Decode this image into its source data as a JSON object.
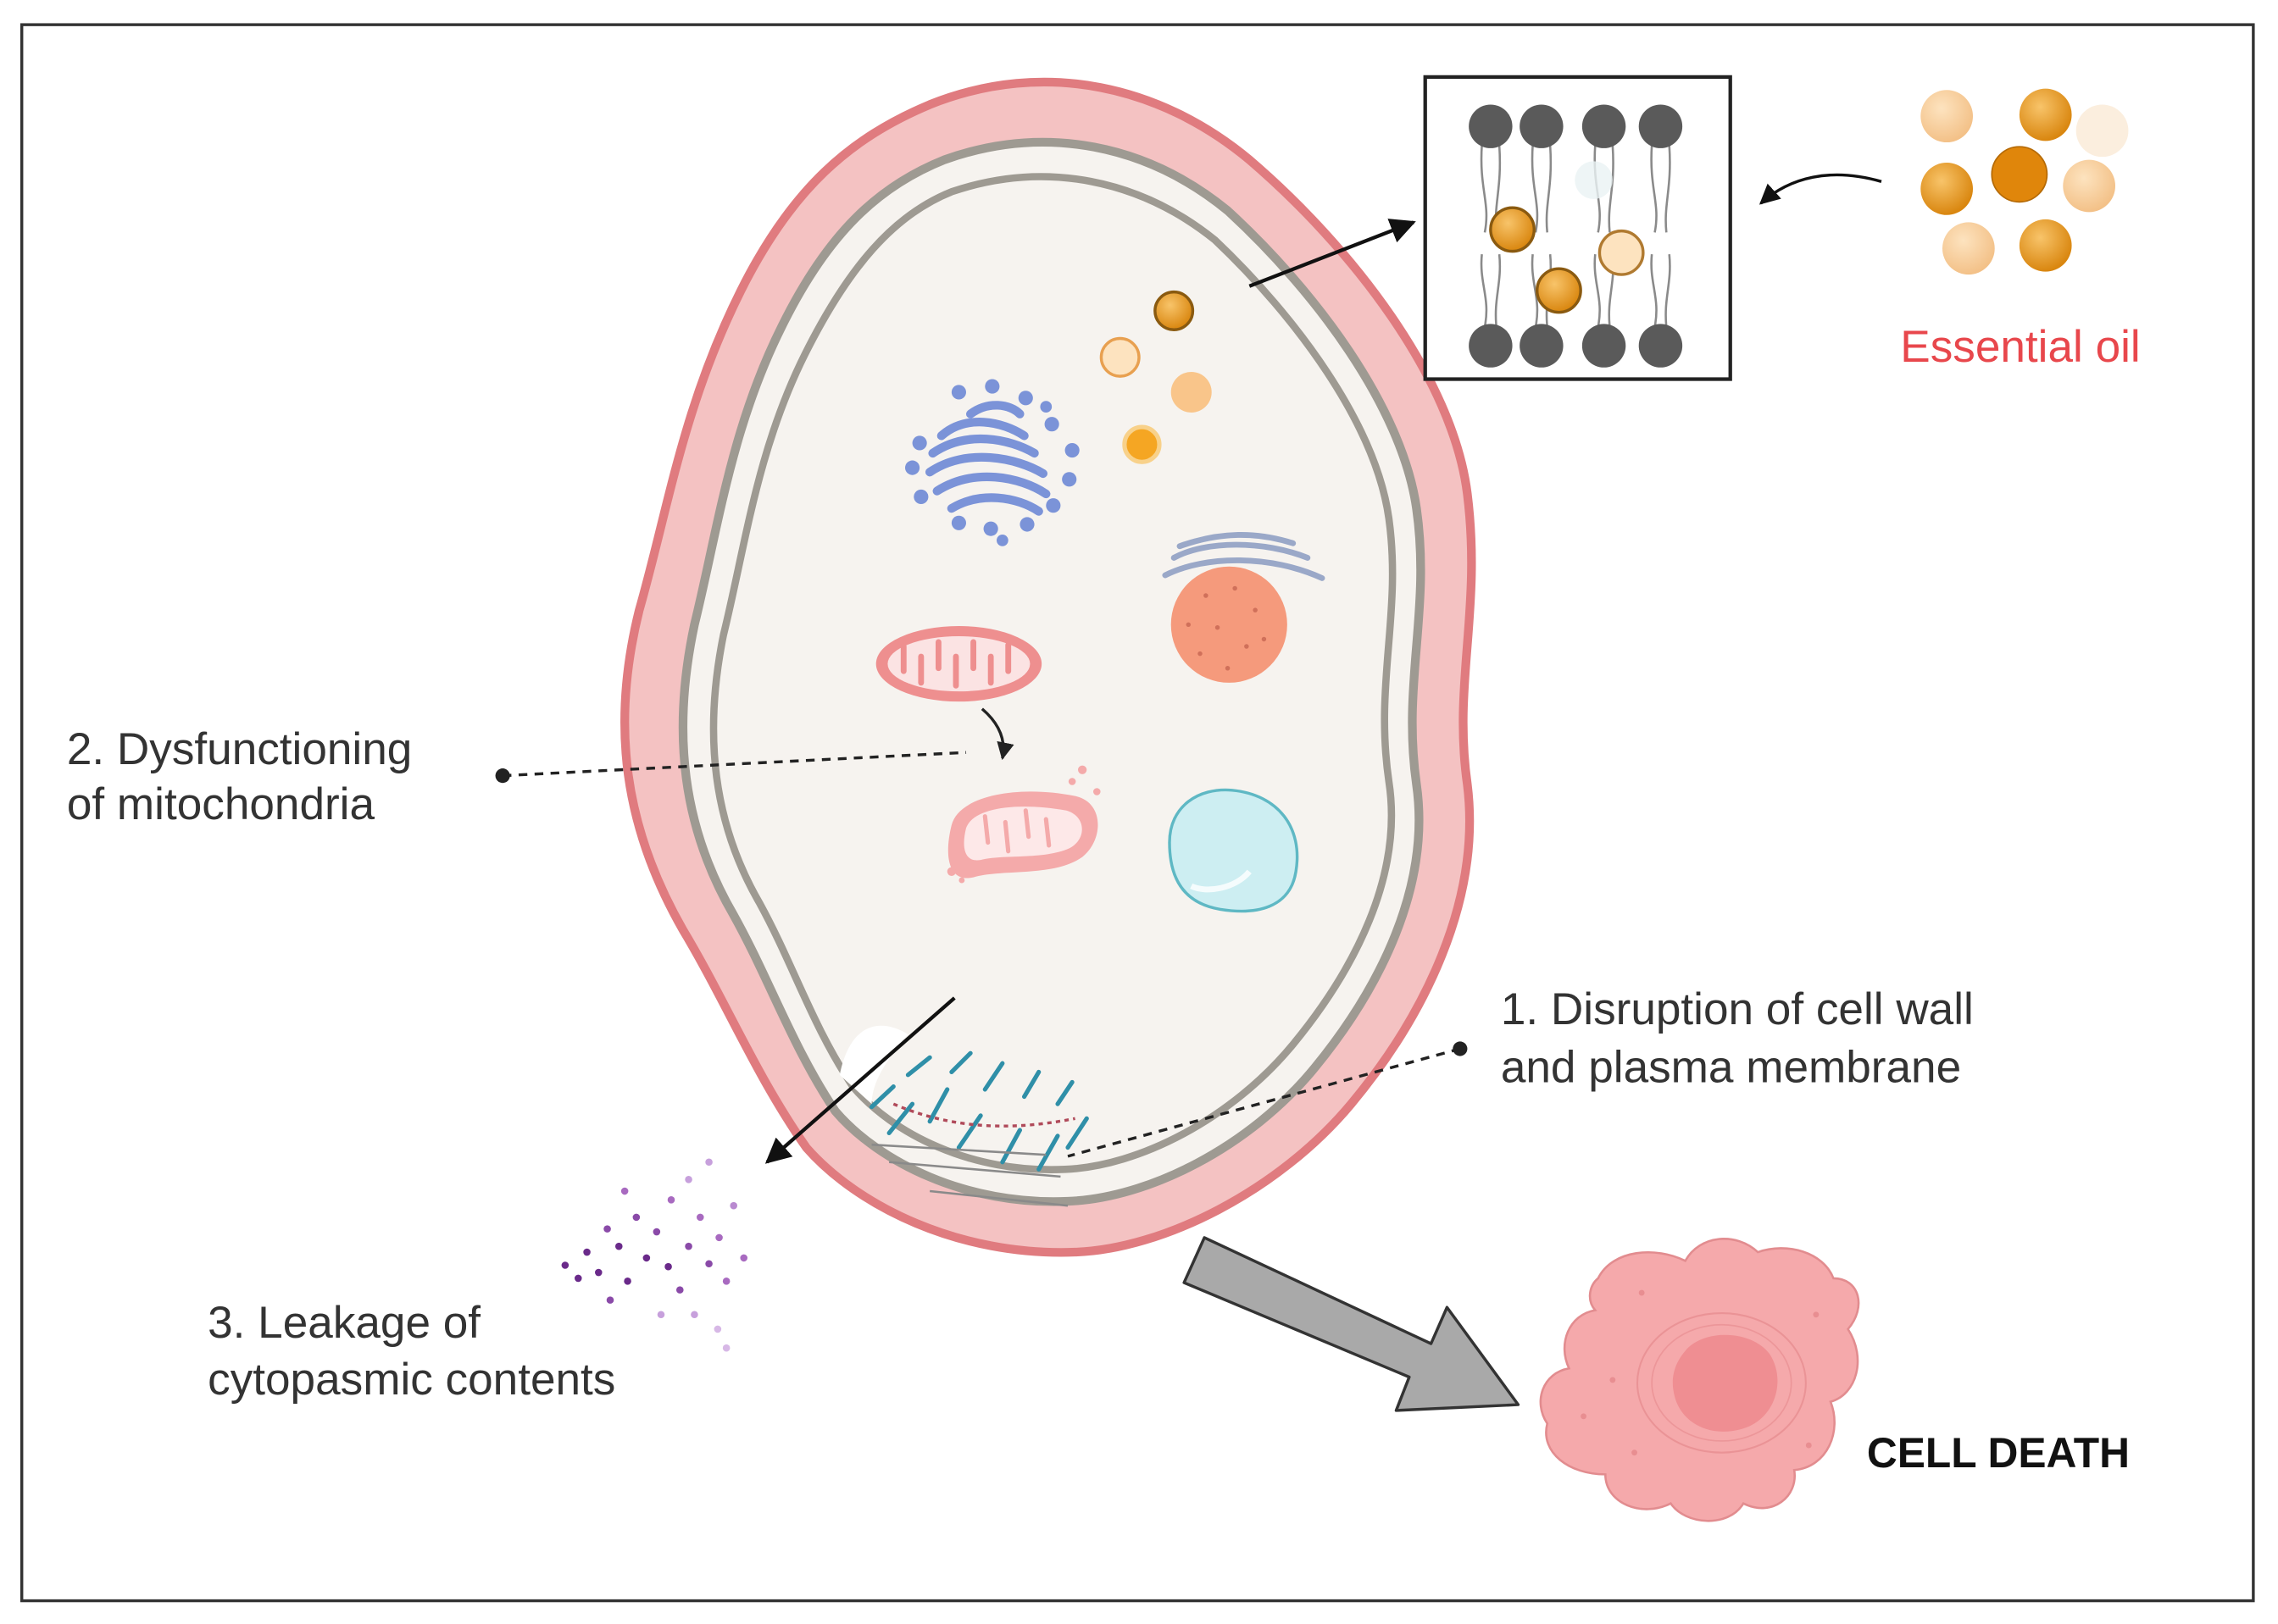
{
  "labels": {
    "essential_oil": "Essential oil",
    "step1_line1": "1. Disruption of cell wall",
    "step1_line2": "and plasma membrane",
    "step2_line1": "2. Dysfunctioning",
    "step2_line2": "of mitochondria",
    "step3_line1": "3. Leakage of",
    "step3_line2": "cytopasmic contents",
    "outcome": "CELL DEATH"
  },
  "colors": {
    "cell_wall": "#f4c2c2",
    "cell_wall_edge": "#e07b7f",
    "membrane": "#9e9a92",
    "cytoplasm": "#f6f3ef",
    "oil_droplet": "#f0a830",
    "golgi": "#7b93d8",
    "mitochondria": "#ee8f8f",
    "nucleus": "#f59a7c",
    "vacuole": "#cdeef2",
    "dead_cell": "#f5a9ab",
    "big_arrow": "#a9a9a9"
  }
}
